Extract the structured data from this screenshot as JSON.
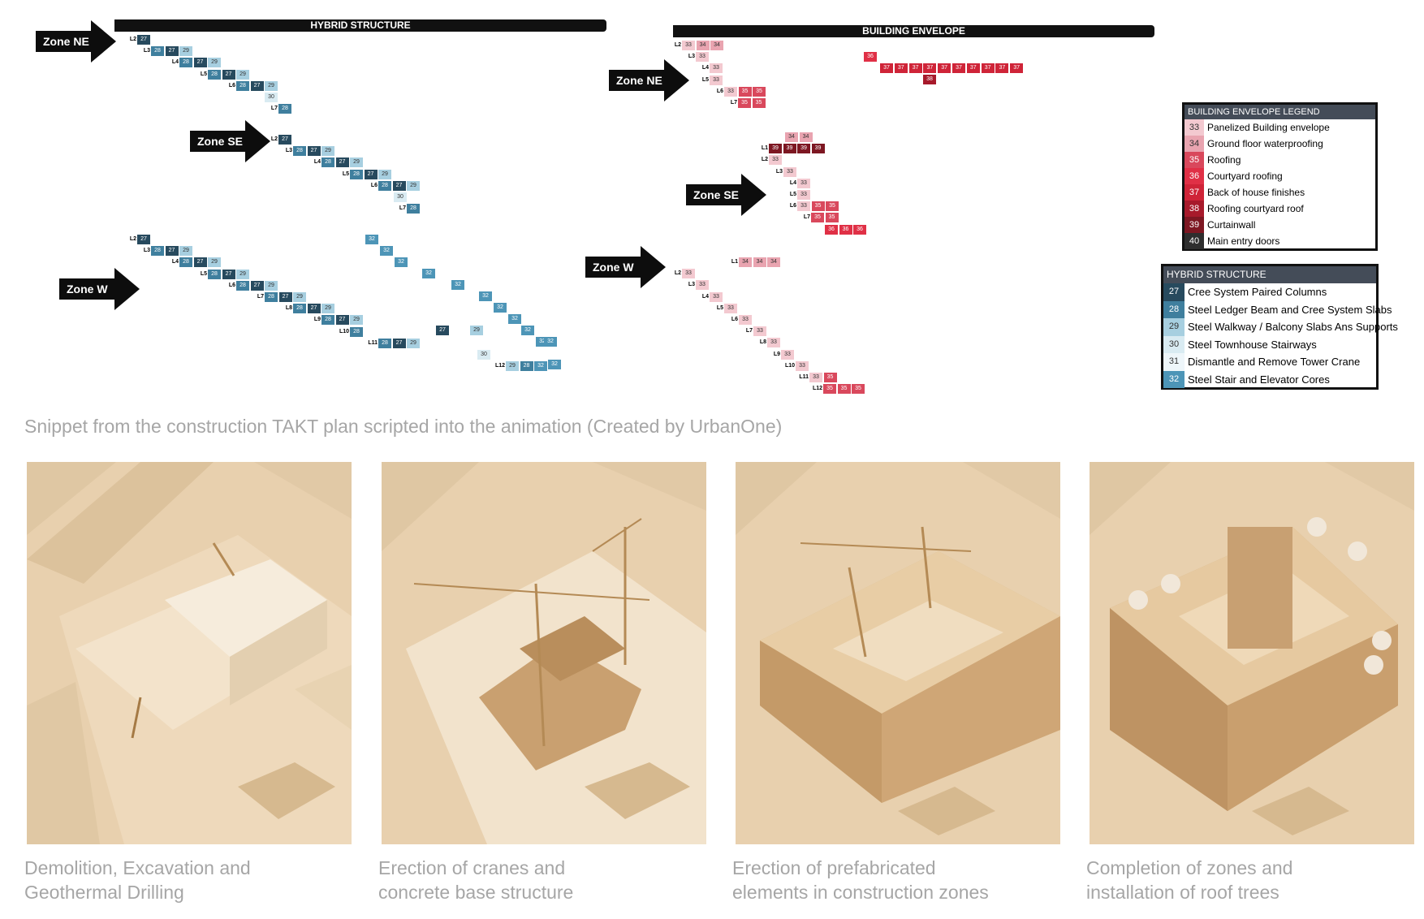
{
  "hybrid": {
    "title": "HYBRID STRUCTURE",
    "zones": [
      {
        "label": "Zone NE",
        "rows": [
          {
            "level": "L2",
            "cells": [
              "27"
            ]
          },
          {
            "level": "L3",
            "cells": [
              "28",
              "27",
              "29"
            ]
          },
          {
            "level": "L4",
            "cells": [
              "28",
              "27",
              "29"
            ]
          },
          {
            "level": "L5",
            "cells": [
              "28",
              "27",
              "29"
            ]
          },
          {
            "level": "L6",
            "cells": [
              "28",
              "27",
              "29"
            ]
          },
          {
            "level": "",
            "cells": [
              "30"
            ]
          },
          {
            "level": "L7",
            "cells": [
              "28"
            ]
          }
        ]
      },
      {
        "label": "Zone SE",
        "rows": [
          {
            "level": "L2",
            "cells": [
              "27"
            ]
          },
          {
            "level": "L3",
            "cells": [
              "28",
              "27",
              "29"
            ]
          },
          {
            "level": "L4",
            "cells": [
              "28",
              "27",
              "29"
            ]
          },
          {
            "level": "L5",
            "cells": [
              "28",
              "27",
              "29"
            ]
          },
          {
            "level": "L6",
            "cells": [
              "28",
              "27",
              "29"
            ]
          },
          {
            "level": "",
            "cells": [
              "30"
            ]
          },
          {
            "level": "L7",
            "cells": [
              "28"
            ]
          }
        ]
      },
      {
        "label": "Zone W",
        "rows": [
          {
            "level": "L2",
            "cells": [
              "27"
            ]
          },
          {
            "level": "L3",
            "cells": [
              "28",
              "27",
              "29"
            ]
          },
          {
            "level": "L4",
            "cells": [
              "28",
              "27",
              "29"
            ]
          },
          {
            "level": "L5",
            "cells": [
              "28",
              "27",
              "29"
            ]
          },
          {
            "level": "L6",
            "cells": [
              "28",
              "27",
              "29"
            ]
          },
          {
            "level": "L7",
            "cells": [
              "28",
              "27",
              "29"
            ]
          },
          {
            "level": "L8",
            "cells": [
              "28",
              "27",
              "29"
            ]
          },
          {
            "level": "L9",
            "cells": [
              "28",
              "27",
              "29"
            ]
          },
          {
            "level": "L10",
            "cells": [
              "28"
            ]
          },
          {
            "level": "L11",
            "cells": [
              "28",
              "27",
              "29"
            ]
          },
          {
            "level": "",
            "cells": [
              "30"
            ]
          },
          {
            "level": "L12",
            "cells": [
              "29",
              "28",
              "32"
            ]
          }
        ]
      }
    ],
    "extra_cells": [
      "32",
      "32",
      "32",
      "32",
      "32",
      "32",
      "32",
      "32",
      "32",
      "32",
      "32",
      "27",
      "29",
      "32"
    ]
  },
  "envelope": {
    "title": "BUILDING ENVELOPE",
    "zones": [
      {
        "label": "Zone NE",
        "rows": [
          {
            "level": "L2",
            "cells": [
              "33",
              "34",
              "34"
            ]
          },
          {
            "level": "L3",
            "cells": [
              "33"
            ]
          },
          {
            "level": "L4",
            "cells": [
              "33"
            ]
          },
          {
            "level": "L5",
            "cells": [
              "33"
            ]
          },
          {
            "level": "L6",
            "cells": [
              "33",
              "35",
              "35"
            ]
          },
          {
            "level": "L7",
            "cells": [
              "35",
              "35"
            ]
          }
        ],
        "extra": {
          "r36": [
            "36"
          ],
          "r37": [
            "37",
            "37",
            "37",
            "37",
            "37",
            "37",
            "37",
            "37",
            "37",
            "37"
          ],
          "r38": [
            "38"
          ]
        }
      },
      {
        "label": "Zone SE",
        "rows": [
          {
            "level": "",
            "cells": [
              "34",
              "34"
            ]
          },
          {
            "level": "L1",
            "cells": [
              "39",
              "39",
              "39",
              "39"
            ]
          },
          {
            "level": "L2",
            "cells": [
              "33"
            ]
          },
          {
            "level": "L3",
            "cells": [
              "33"
            ]
          },
          {
            "level": "L4",
            "cells": [
              "33"
            ]
          },
          {
            "level": "L5",
            "cells": [
              "33"
            ]
          },
          {
            "level": "L6",
            "cells": [
              "33",
              "35",
              "35"
            ]
          },
          {
            "level": "L7",
            "cells": [
              "35",
              "35"
            ]
          },
          {
            "level": "",
            "cells": [
              "36",
              "36",
              "36"
            ]
          }
        ]
      },
      {
        "label": "Zone W",
        "rows": [
          {
            "level": "L1",
            "cells": [
              "34",
              "34",
              "34"
            ]
          },
          {
            "level": "L2",
            "cells": [
              "33"
            ]
          },
          {
            "level": "L3",
            "cells": [
              "33"
            ]
          },
          {
            "level": "L4",
            "cells": [
              "33"
            ]
          },
          {
            "level": "L5",
            "cells": [
              "33"
            ]
          },
          {
            "level": "L6",
            "cells": [
              "33"
            ]
          },
          {
            "level": "L7",
            "cells": [
              "33"
            ]
          },
          {
            "level": "L8",
            "cells": [
              "33"
            ]
          },
          {
            "level": "L9",
            "cells": [
              "33"
            ]
          },
          {
            "level": "L10",
            "cells": [
              "33"
            ]
          },
          {
            "level": "L11",
            "cells": [
              "33",
              "35"
            ]
          },
          {
            "level": "L12",
            "cells": [
              "35",
              "35",
              "35"
            ]
          }
        ]
      }
    ]
  },
  "legend_envelope": {
    "title": "BUILDING ENVELOPE  LEGEND",
    "items": [
      {
        "code": "33",
        "label": "Panelized Building envelope",
        "color": "#f3c9d0"
      },
      {
        "code": "34",
        "label": "Ground floor waterproofing",
        "color": "#e9a4b0"
      },
      {
        "code": "35",
        "label": "Roofing",
        "color": "#d9485c"
      },
      {
        "code": "36",
        "label": "Courtyard roofing",
        "color": "#e03046"
      },
      {
        "code": "37",
        "label": "Back of house finishes",
        "color": "#cf2438"
      },
      {
        "code": "38",
        "label": "Roofing courtyard roof",
        "color": "#a71a2b"
      },
      {
        "code": "39",
        "label": "Curtainwall",
        "color": "#7d1722"
      },
      {
        "code": "40",
        "label": "Main entry doors",
        "color": "#2e2e2e"
      }
    ]
  },
  "legend_hybrid": {
    "title": "HYBRID STRUCTURE",
    "items": [
      {
        "code": "27",
        "label": "Cree System Paired Columns",
        "color": "#274a5e"
      },
      {
        "code": "28",
        "label": "Steel Ledger Beam and Cree System Slabs",
        "color": "#3f7f9e"
      },
      {
        "code": "29",
        "label": "Steel Walkway / Balcony Slabs Ans Supports",
        "color": "#a7cfe0"
      },
      {
        "code": "30",
        "label": "Steel Townhouse Stairways",
        "color": "#d9ebf2"
      },
      {
        "code": "31",
        "label": "Dismantle and Remove Tower Crane",
        "color": "#eef6fa"
      },
      {
        "code": "32",
        "label": "Steel Stair and Elevator Cores",
        "color": "#4d95b7"
      }
    ]
  },
  "snippet_caption": "Snippet from the construction TAKT plan scripted into the animation (Created by UrbanOne)",
  "stages": [
    {
      "caption_line1": "Demolition, Excavation and",
      "caption_line2": "Geothermal Drilling"
    },
    {
      "caption_line1": "Erection of cranes and",
      "caption_line2": "concrete base structure"
    },
    {
      "caption_line1": "Erection of prefabricated",
      "caption_line2": "elements in construction zones"
    },
    {
      "caption_line1": "Completion of zones and",
      "caption_line2": "installation of roof trees"
    }
  ]
}
